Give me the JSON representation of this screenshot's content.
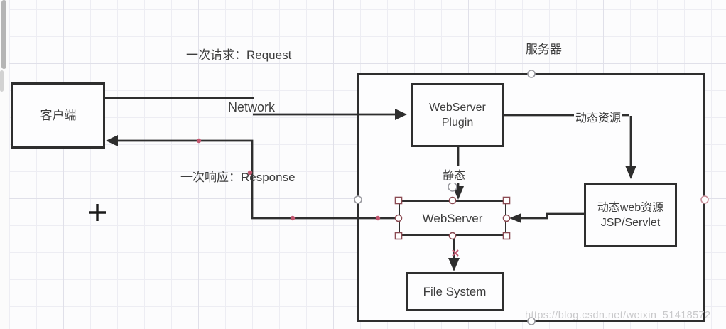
{
  "annotations": {
    "request": "一次请求：Request",
    "response": "一次响应：Response",
    "network": "Network",
    "server_title": "服务器",
    "dynamic_resource": "动态资源",
    "static_resource": "静态"
  },
  "nodes": {
    "client": {
      "label": "客户端"
    },
    "plugin": {
      "line1": "WebServer",
      "line2": "Plugin"
    },
    "webserver": {
      "label": "WebServer"
    },
    "jsp": {
      "line1": "动态web资源",
      "line2": "JSP/Servlet"
    },
    "filesystem": {
      "label": "File System"
    }
  },
  "watermark": {
    "text": "https://blog.csdn.net/weixin_51418572"
  },
  "colors": {
    "line": "#2e2e2e",
    "text": "#3d3d3d",
    "selection_handle": "#8b4a52",
    "waypoint_dot": "#c2566f",
    "grid": "#e0e0e9",
    "watermark": "#c9c9cb"
  }
}
